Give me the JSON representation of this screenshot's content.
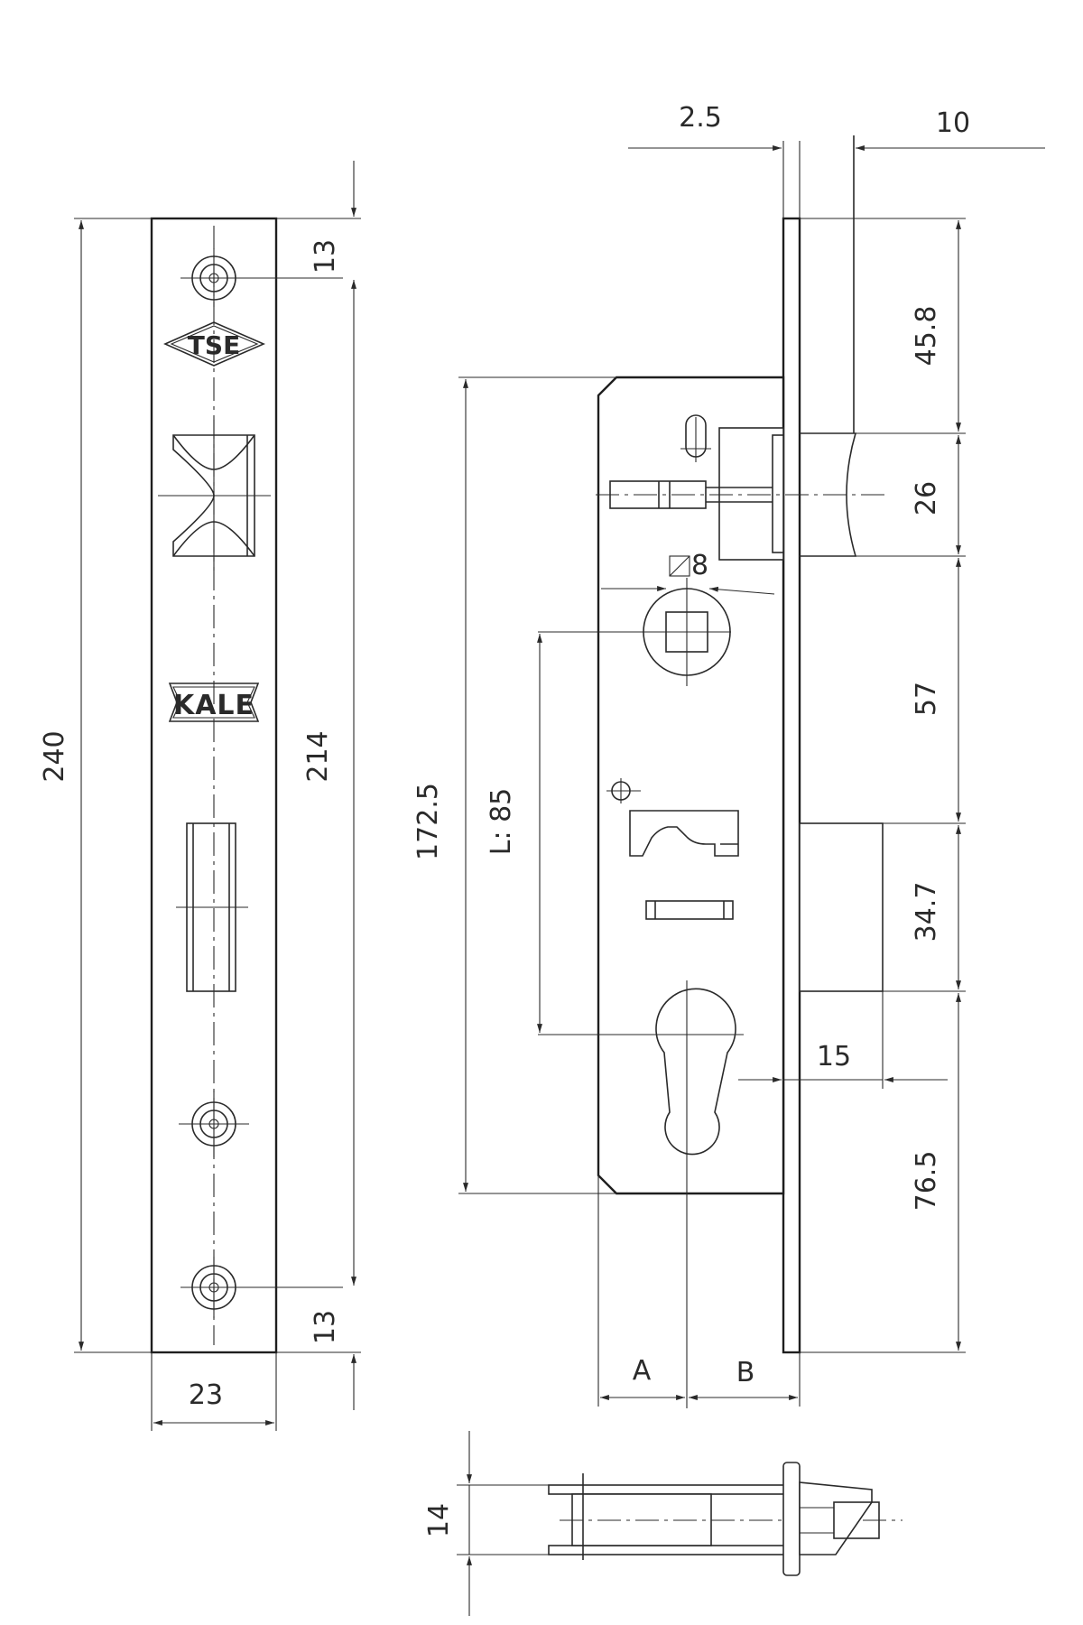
{
  "front_view": {
    "dim_total_height": "240",
    "dim_hole_spacing": "214",
    "dim_top_offset": "13",
    "dim_bottom_offset": "13",
    "dim_width": "23",
    "logo_top": "TSE",
    "logo_brand": "KALE"
  },
  "side_view": {
    "dim_plate_thickness": "2.5",
    "dim_bolt_protrusion": "10",
    "dim_latch_top": "45.8",
    "dim_latch_height": "26",
    "dim_latch_to_bolt": "57",
    "dim_bolt_height": "34.7",
    "dim_bolt_to_bottom": "76.5",
    "dim_bolt_throw": "15",
    "dim_case_height": "172.5",
    "dim_center_distance": "L: 85",
    "dim_spindle": "8",
    "label_a": "A",
    "label_b": "B"
  },
  "bottom_view": {
    "dim_thickness": "14"
  }
}
